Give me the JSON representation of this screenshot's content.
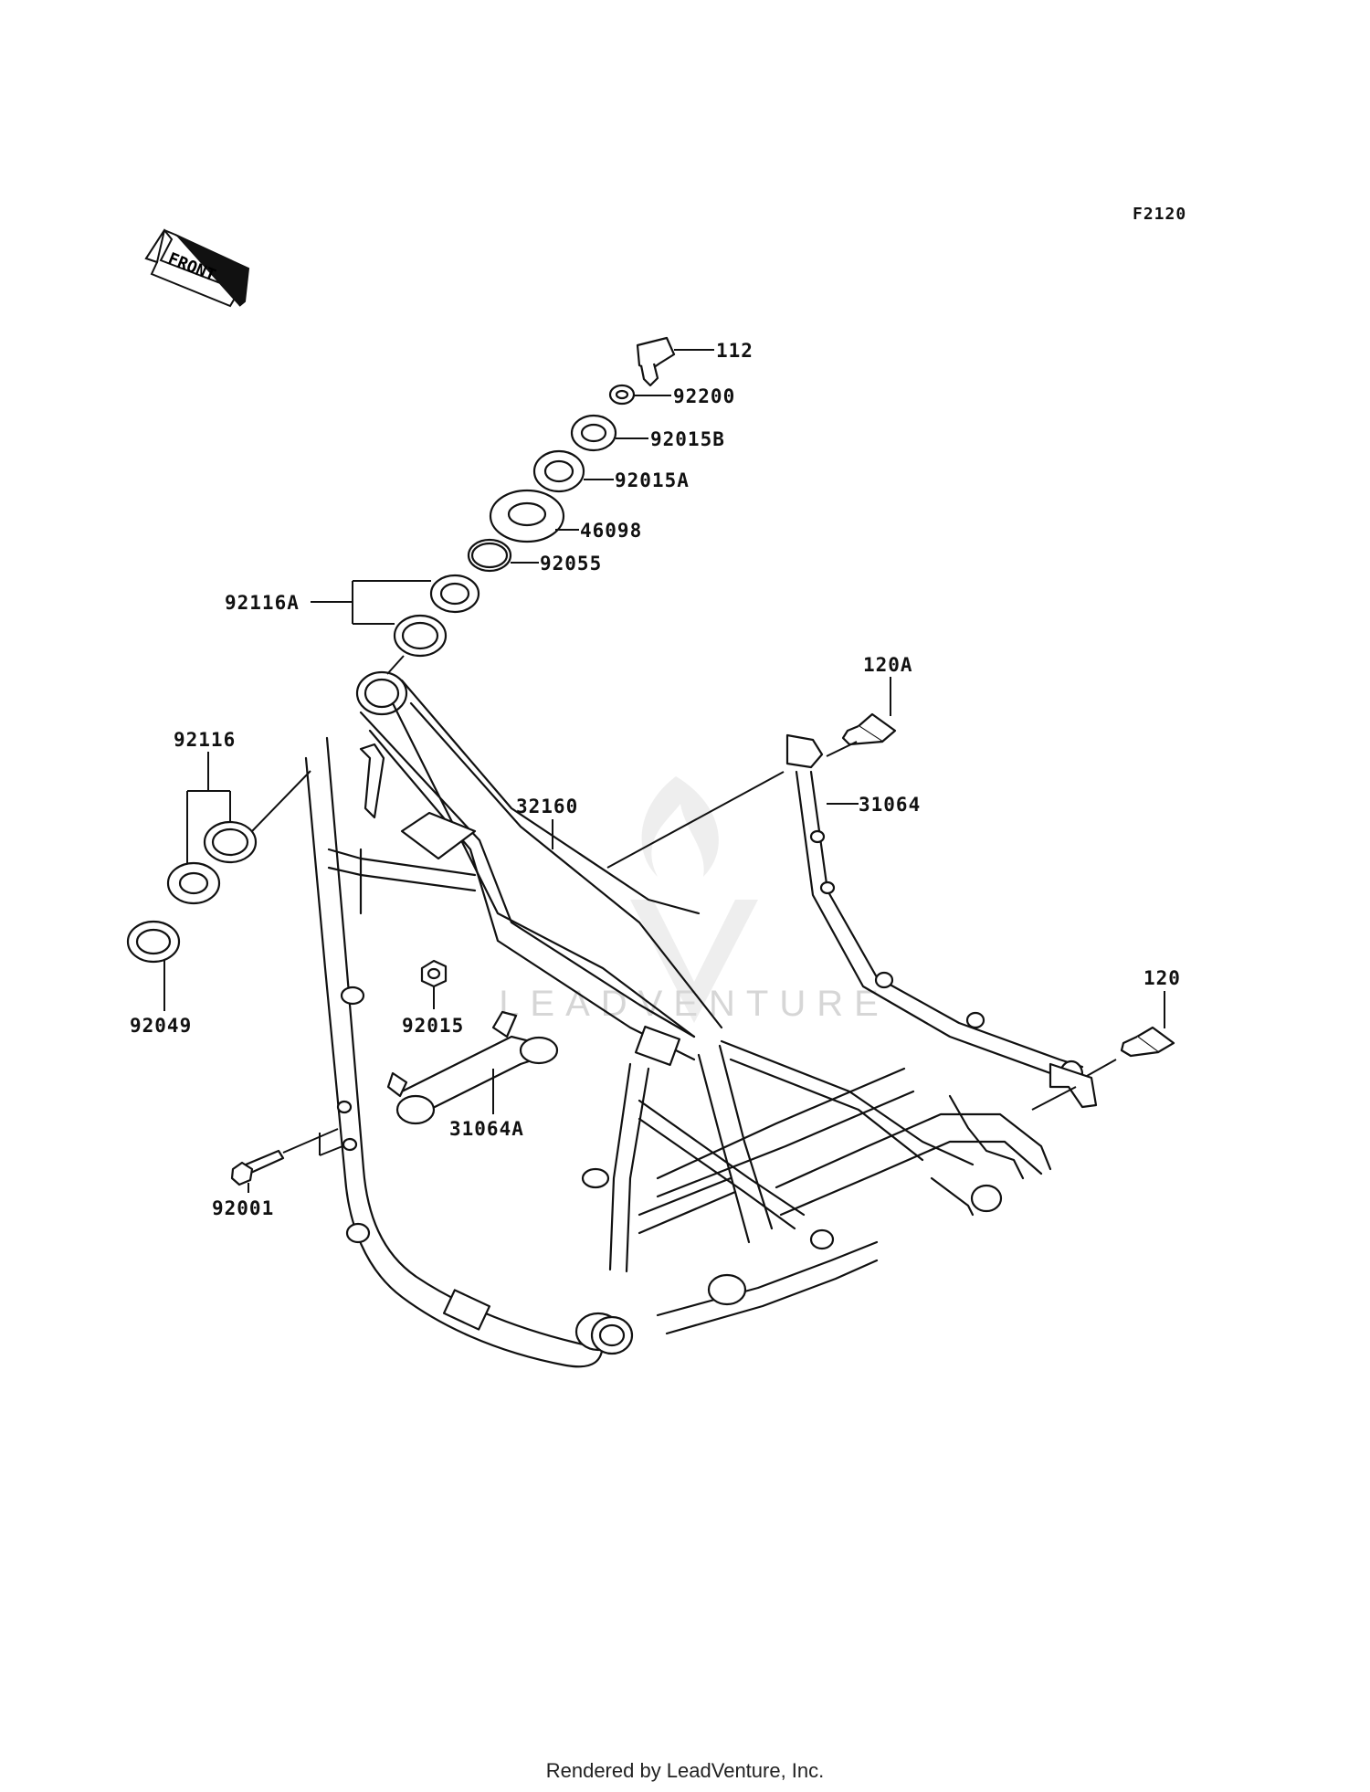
{
  "diagram_code": "F2120",
  "front_label": "FRONT",
  "watermark": "LEADVENTURE",
  "footer": "Rendered by LeadVenture, Inc.",
  "parts": {
    "p112": "112",
    "p92200": "92200",
    "p92015B": "92015B",
    "p92015A": "92015A",
    "p46098": "46098",
    "p92055": "92055",
    "p92116A": "92116A",
    "p120A": "120A",
    "p32160": "32160",
    "p31064": "31064",
    "p92116": "92116",
    "p92049": "92049",
    "p92015": "92015",
    "p120": "120",
    "p31064A": "31064A",
    "p92001": "92001"
  }
}
